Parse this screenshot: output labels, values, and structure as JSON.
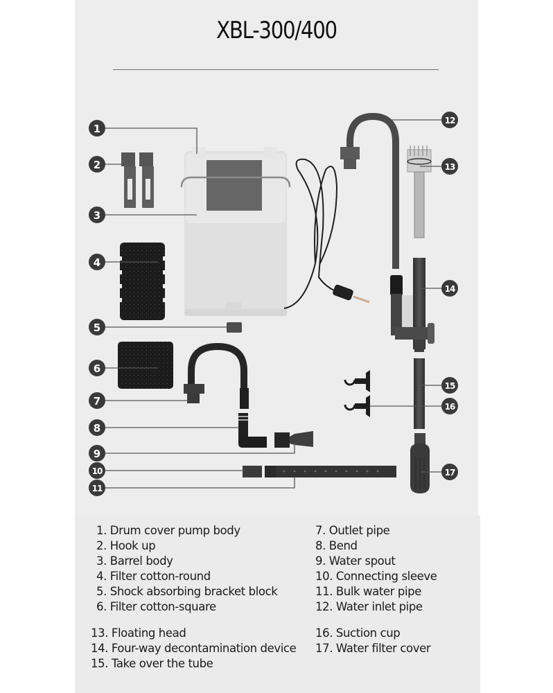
{
  "title": "XBL-300/400",
  "callouts": [
    "1",
    "2",
    "3",
    "4",
    "5",
    "6",
    "7",
    "8",
    "9",
    "10",
    "11",
    "12",
    "13",
    "14",
    "15",
    "16",
    "17"
  ],
  "parts_list": {
    "column_1": [
      "1. Drum cover pump body",
      "2. Hook up",
      "3. Barrel body",
      "4. Filter cotton-round",
      "5. Shock absorbing bracket block",
      "6. Filter cotton-square"
    ],
    "column_2": [
      "7. Outlet pipe",
      "8. Bend",
      "9. Water spout",
      "10. Connecting sleeve",
      "11. Bulk water pipe",
      "12. Water inlet pipe"
    ],
    "column_3": [
      "13. Floating head",
      "14. Four-way decontamination device",
      "15. Take over the tube"
    ],
    "column_4": [
      "16. Suction cup",
      "17. Water filter cover"
    ]
  },
  "colors": {
    "panel_bg": "#ededed",
    "callout_circle": "#3a3a3a",
    "leader_line": "#555555",
    "pipe_dark": "#3d3d3d",
    "sponge": "#1c1c1c",
    "canister_white": "#e2e2e2",
    "canister_window": "#6a6a6a"
  }
}
